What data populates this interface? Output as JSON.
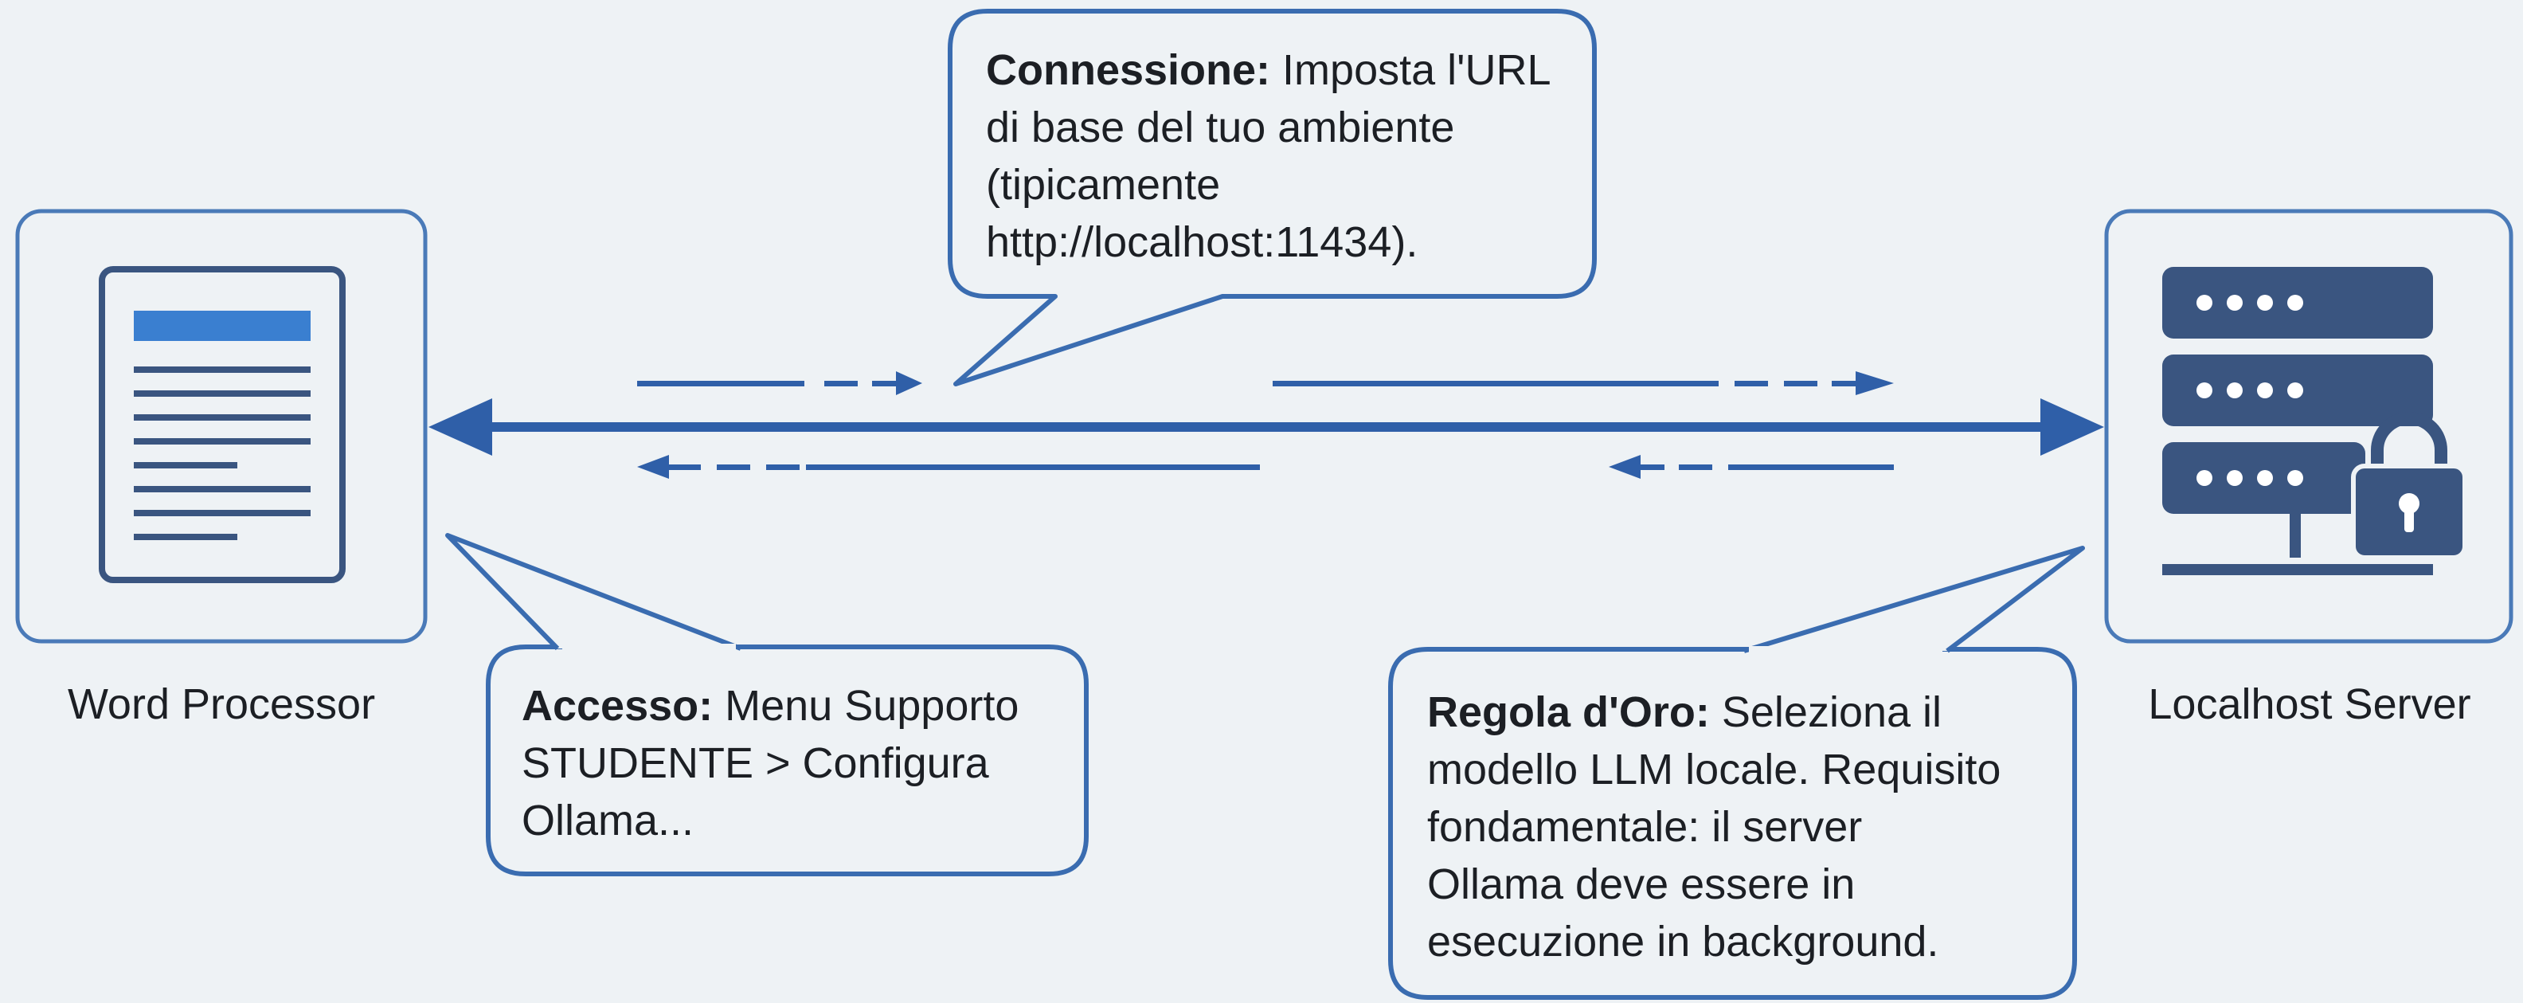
{
  "nodes": {
    "left_label": "Word Processor",
    "right_label": "Localhost Server"
  },
  "callouts": {
    "top": {
      "bold": "Connessione:",
      "lines": [
        " Imposta l'URL",
        "di base del tuo ambiente",
        "(tipicamente",
        "http://localhost:11434)."
      ]
    },
    "left": {
      "bold": "Accesso:",
      "lines": [
        " Menu Supporto",
        "STUDENTE > Configura",
        "Ollama..."
      ]
    },
    "right": {
      "bold": "Regola d'Oro:",
      "lines": [
        " Seleziona il",
        "modello LLM locale. Requisito",
        "fondamentale: il server",
        "Ollama deve essere in",
        "esecuzione in background."
      ]
    }
  },
  "colors": {
    "background": "#eef2f5",
    "primary_blue": "#2f5fa8",
    "box_border": "#4a7ab8",
    "icon_navy": "#3a5580",
    "doc_header": "#3a7fd0",
    "text": "#1c1f24"
  },
  "icons": {
    "left": "document-icon",
    "right": "server-lock-icon"
  }
}
